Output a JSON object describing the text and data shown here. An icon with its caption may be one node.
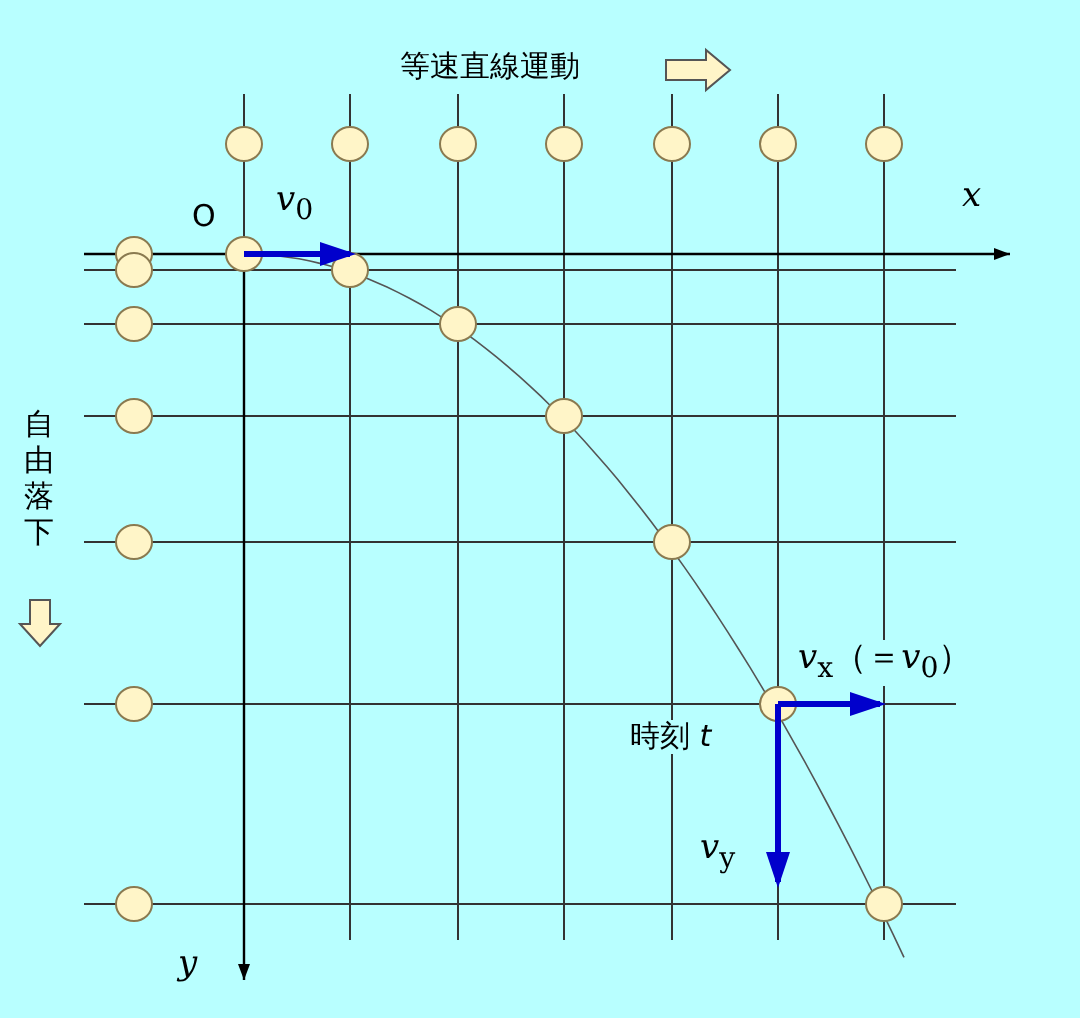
{
  "diagram": {
    "labels": [
      "等速直線運動",
      "O",
      "*v*$_{0}$",
      "x",
      "自由落下",
      "*v*$_{x}$（＝*v*$_{0}$）",
      "時刻 *t*",
      "*v*$_{y}$",
      "y"
    ]
  }
}
